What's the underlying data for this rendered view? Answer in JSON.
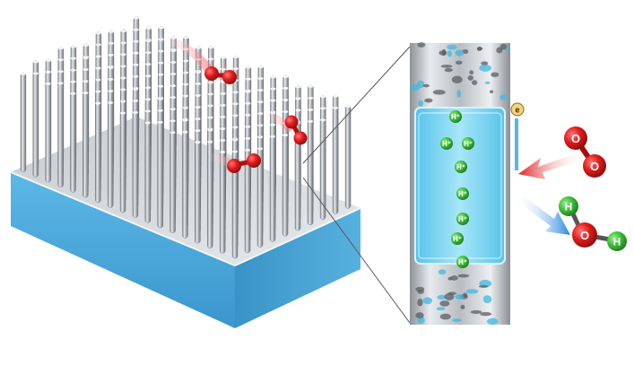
{
  "colors": {
    "background": "#ffffff",
    "substrate_top": "#d5d9dd",
    "substrate_front": "#4ca9dc",
    "substrate_side": "#3a95c8",
    "pillar": "#9ea3a8",
    "oxygen": "#e01b1b",
    "hydrogen": "#3fbf3a",
    "channel": "#6cd0ef",
    "arrow_in": "#e02020",
    "arrow_out": "#2a86e0"
  },
  "pore_labels": {
    "proton": "H⁺",
    "electron": "e"
  },
  "molecules": {
    "reactant": {
      "name": "O2",
      "atom1": "O",
      "atom2": "O"
    },
    "product": {
      "name": "H2O",
      "oxygen": "O",
      "hydrogen1": "H",
      "hydrogen2": "H"
    }
  },
  "icons": [
    "oxygen-molecule-icon",
    "water-molecule-icon",
    "electron-icon",
    "proton-icon"
  ]
}
